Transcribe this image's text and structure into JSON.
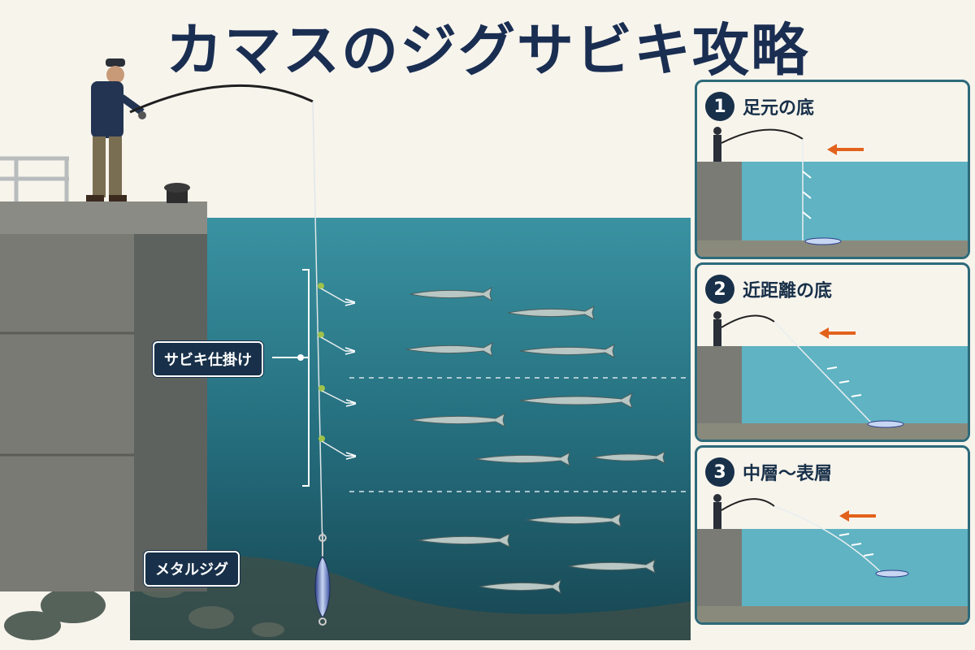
{
  "title": "カマスのジグサビキ攻略",
  "labels": {
    "sabiki": "サビキ仕掛け",
    "jig": "メタルジグ"
  },
  "panels": [
    {
      "num": "1",
      "title": "足元の底"
    },
    {
      "num": "2",
      "title": "近距離の底"
    },
    {
      "num": "3",
      "title": "中層〜表層"
    }
  ],
  "colors": {
    "title": "#1a2e52",
    "label_bg": "#183049",
    "panel_border": "#2d6a7a",
    "arrow": "#e2621b",
    "water_top": "#2f8797",
    "water_bottom": "#164a57"
  }
}
